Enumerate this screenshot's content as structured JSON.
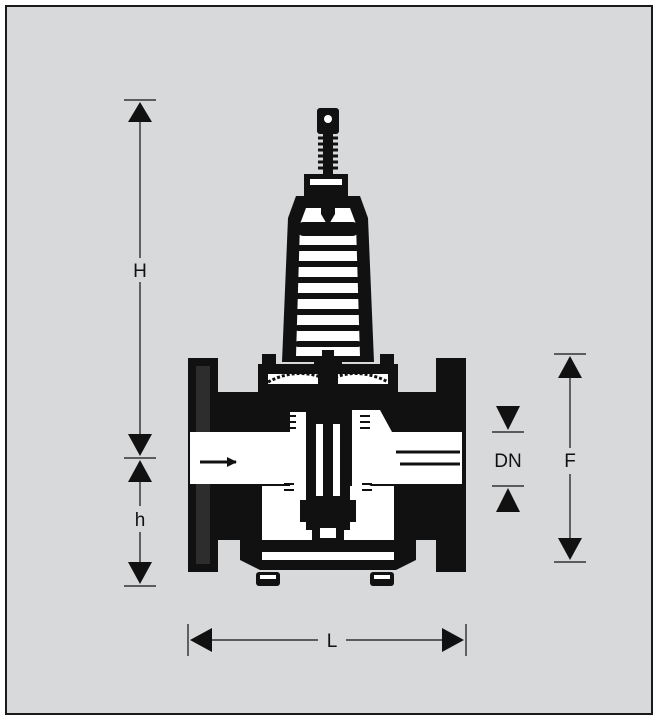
{
  "labels": {
    "H": "H",
    "h": "h",
    "L": "L",
    "F": "F",
    "DN": "DN"
  },
  "colors": {
    "background": "#d8d9db",
    "border": "#1a1a1a",
    "ink": "#111111",
    "cutaway": "#ffffff"
  }
}
